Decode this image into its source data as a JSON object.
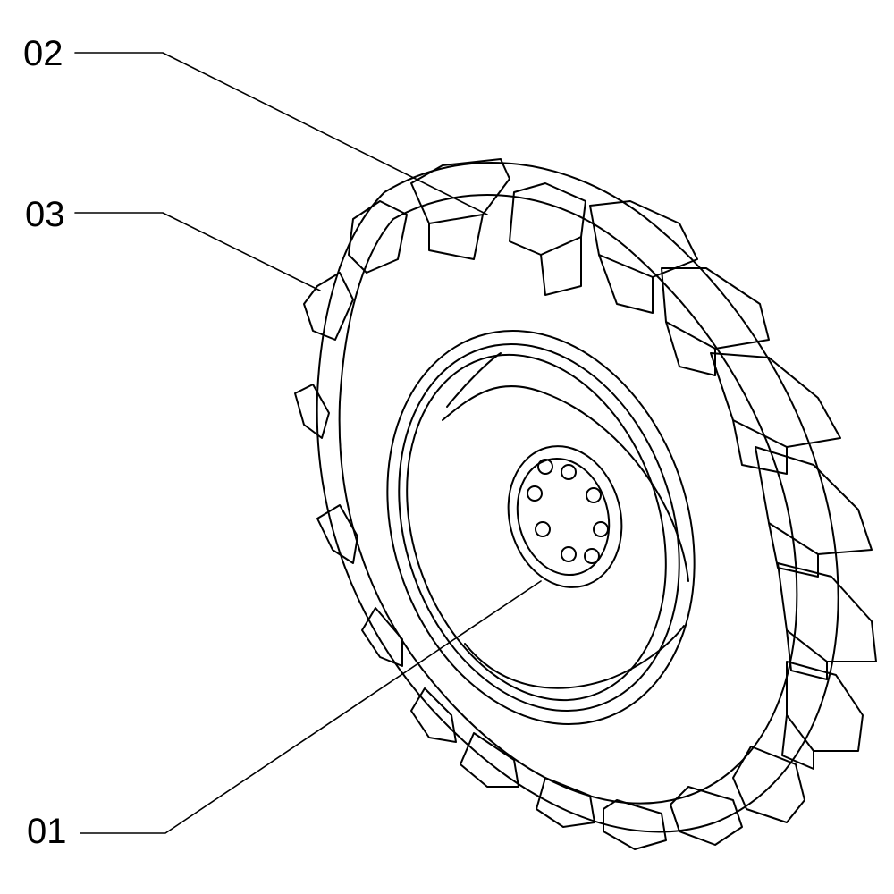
{
  "diagram": {
    "type": "exploded-parts-drawing",
    "subject_icon": "tractor-wheel-icon",
    "callouts": [
      {
        "id": "02",
        "label": "02"
      },
      {
        "id": "03",
        "label": "03"
      },
      {
        "id": "01",
        "label": "01"
      }
    ]
  },
  "colors": {
    "line": "#000000",
    "background": "#ffffff"
  }
}
